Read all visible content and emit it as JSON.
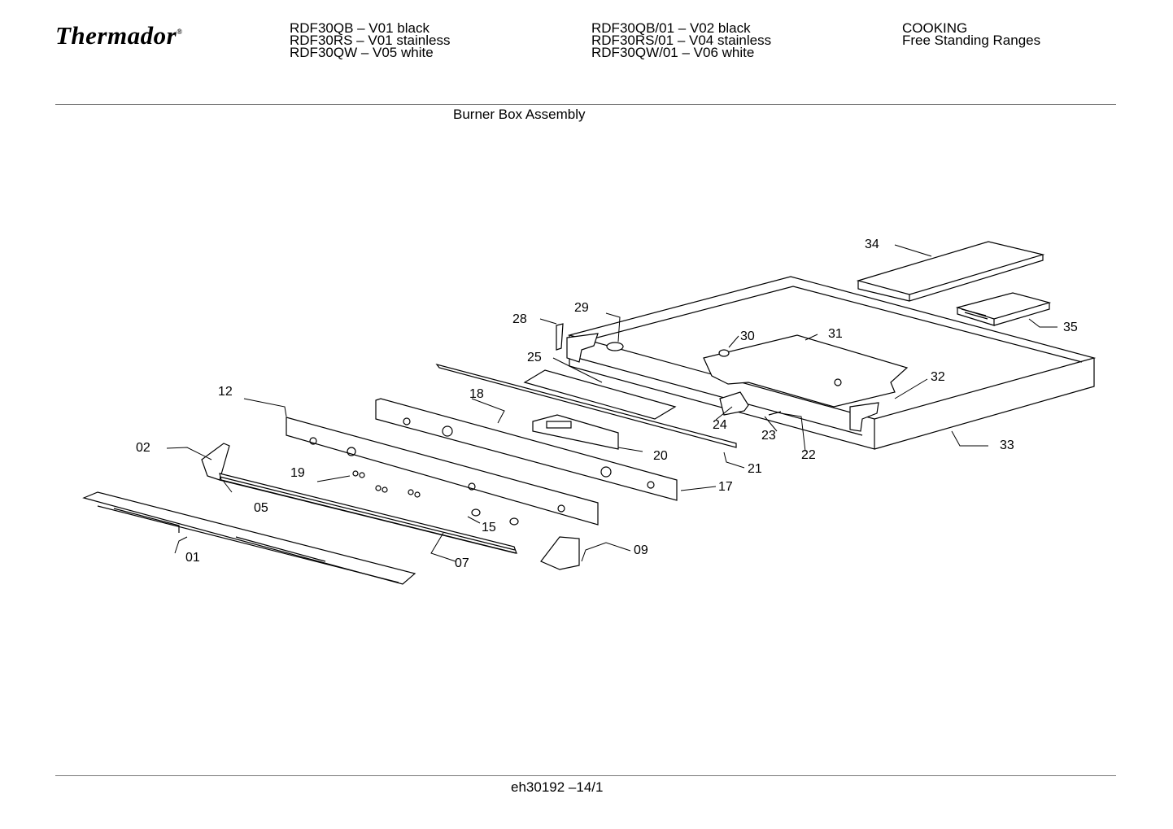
{
  "brand": "Thermador",
  "models": {
    "col1": [
      "RDF30QB – V01 black",
      "RDF30RS – V01 stainless",
      "RDF30QW – V05 white"
    ],
    "col2": [
      "RDF30QB/01 – V02 black",
      "RDF30RS/01 – V04 stainless",
      "RDF30QW/01 – V06 white"
    ]
  },
  "category": {
    "line1": "COOKING",
    "line2": "Free Standing Ranges"
  },
  "diagram_title": "Burner Box Assembly",
  "footer_code": "eh30192 –14/1",
  "part_labels": {
    "p01": "01",
    "p02": "02",
    "p05": "05",
    "p07": "07",
    "p09": "09",
    "p12": "12",
    "p15": "15",
    "p17": "17",
    "p18": "18",
    "p19": "19",
    "p20": "20",
    "p21": "21",
    "p22": "22",
    "p23": "23",
    "p24": "24",
    "p25": "25",
    "p28": "28",
    "p29": "29",
    "p30": "30",
    "p31": "31",
    "p32": "32",
    "p33": "33",
    "p34": "34",
    "p35": "35"
  }
}
